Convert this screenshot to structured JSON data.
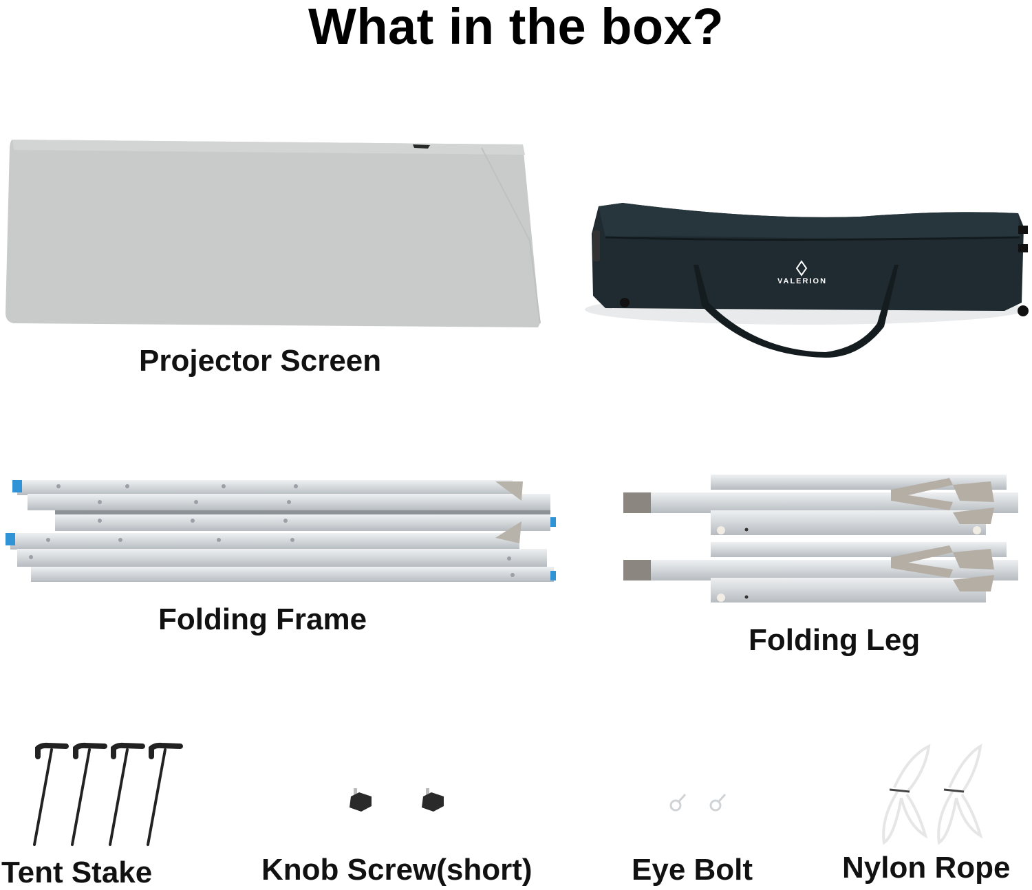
{
  "page": {
    "title": "What in the box?",
    "background": "#ffffff"
  },
  "items": [
    {
      "name": "Projector Screen",
      "label": "Projector Screen",
      "quantity": 1,
      "color": "#c9cbcb"
    },
    {
      "name": "Carry Bag",
      "label": "",
      "quantity": 1,
      "color": "#1f2b30",
      "brand_text": "VALERION"
    },
    {
      "name": "Folding Frame",
      "label": "Folding Frame",
      "quantity": 1,
      "color": "#d6d9dc",
      "accent": "#2f93d6"
    },
    {
      "name": "Folding Leg",
      "label": "Folding Leg",
      "quantity": 2,
      "color": "#dfe2e4"
    },
    {
      "name": "Tent Stake",
      "label": "Tent Stake",
      "quantity": 4,
      "color": "#222222"
    },
    {
      "name": "Knob Screw (short)",
      "label": "Knob Screw(short)",
      "quantity": 2,
      "color": "#2a2a2a"
    },
    {
      "name": "Eye Bolt",
      "label": "Eye Bolt",
      "quantity": 2,
      "color": "#d8dcdf"
    },
    {
      "name": "Nylon Rope",
      "label": "Nylon Rope",
      "quantity": 2,
      "color": "#f4f4f4"
    }
  ]
}
